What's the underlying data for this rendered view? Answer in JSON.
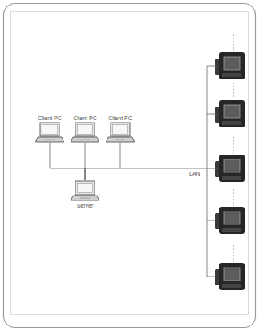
{
  "diagram": {
    "nodes": [
      {
        "text": [
          "Client PC"
        ]
      },
      {
        "text": [
          "Client PC"
        ]
      },
      {
        "text": [
          "Client PC"
        ]
      },
      {
        "text": [
          "Server"
        ]
      }
    ],
    "edges": [
      {
        "from": 3,
        "to": 0,
        "arrow": "none"
      },
      {
        "from": 3,
        "to": 1,
        "arrow": "none"
      },
      {
        "from": 3,
        "to": 2,
        "arrow": "none"
      }
    ],
    "labels": [
      "LAN"
    ]
  }
}
